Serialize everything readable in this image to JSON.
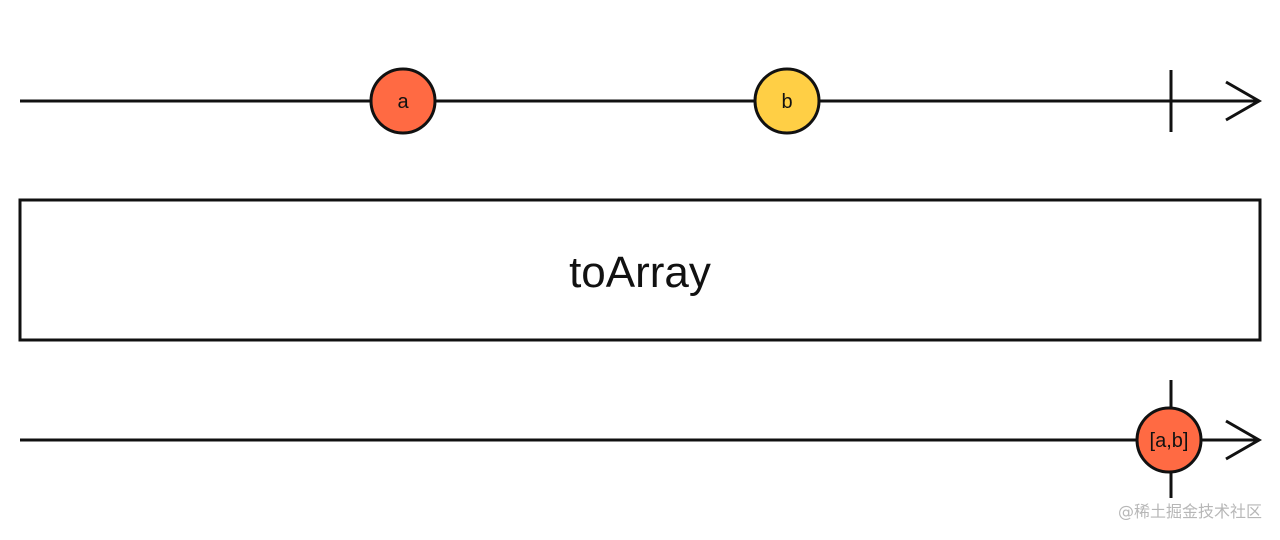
{
  "colors": {
    "line": "#111111",
    "marble_a": "#ff6a43",
    "marble_b": "#ffcf45",
    "marble_output": "#ff6a43",
    "watermark": "#b7b7b7"
  },
  "input_timeline": {
    "marbles": [
      {
        "label": "a",
        "color": "#ff6a43"
      },
      {
        "label": "b",
        "color": "#ffcf45"
      }
    ],
    "completed": true
  },
  "operator": {
    "label": "toArray"
  },
  "output_timeline": {
    "marbles": [
      {
        "label": "[a,b]",
        "color": "#ff6a43"
      }
    ],
    "completed": true
  },
  "watermark": "@稀土掘金技术社区"
}
